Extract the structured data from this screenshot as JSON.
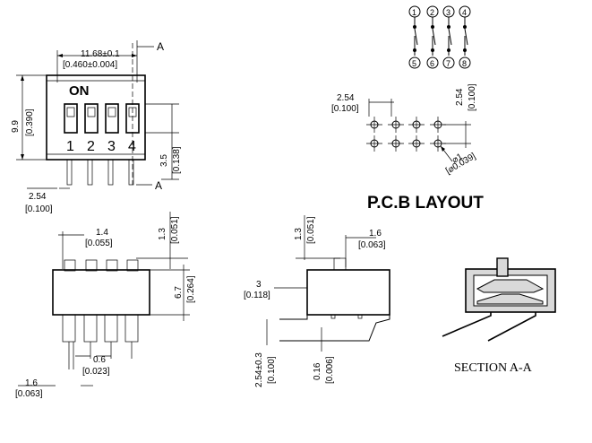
{
  "top_view": {
    "width_mm": "11.68±0.1",
    "width_in": "[0.460±0.004]",
    "section_mark": "A",
    "section_mark_bottom": "A",
    "on_label": "ON",
    "height_mm": "9.9",
    "height_in": "[0.390]",
    "lead_mm": "3.5",
    "lead_in": "[0.138]",
    "switch_numbers": [
      "1",
      "2",
      "3",
      "4"
    ],
    "pitch_mm": "2.54",
    "pitch_in": "[0.100]"
  },
  "schematic": {
    "top_pins": [
      "1",
      "2",
      "3",
      "4"
    ],
    "bottom_pins": [
      "5",
      "6",
      "7",
      "8"
    ]
  },
  "pcb": {
    "title": "P.C.B  LAYOUT",
    "pitch_x_mm": "2.54",
    "pitch_x_in": "[0.100]",
    "pitch_y_mm": "2.54",
    "pitch_y_in": "[0.100]",
    "hole": "⌀1",
    "hole_in": "[⌀0.039]"
  },
  "front_view": {
    "actuator_w_mm": "1.4",
    "actuator_w_in": "[0.055]",
    "actuator_h_mm": "1.3",
    "actuator_h_in": "[0.051]",
    "body_h_mm": "6.7",
    "body_h_in": "[0.264]",
    "pin_w_mm": "0.6",
    "pin_w_in": "[0.023]",
    "edge_mm": "1.6",
    "edge_in": "[0.063]"
  },
  "side_view": {
    "act_h_mm": "1.3",
    "act_h_in": "[0.051]",
    "act_w_mm": "1.6",
    "act_w_in": "[0.063]",
    "body_mm": "3",
    "body_in": "[0.118]",
    "row_mm": "2.54±0.3",
    "row_in": "[0.100]",
    "pin_t_mm": "0.16",
    "pin_t_in": "[0.006]"
  },
  "section": {
    "title": "SECTION  A-A"
  }
}
